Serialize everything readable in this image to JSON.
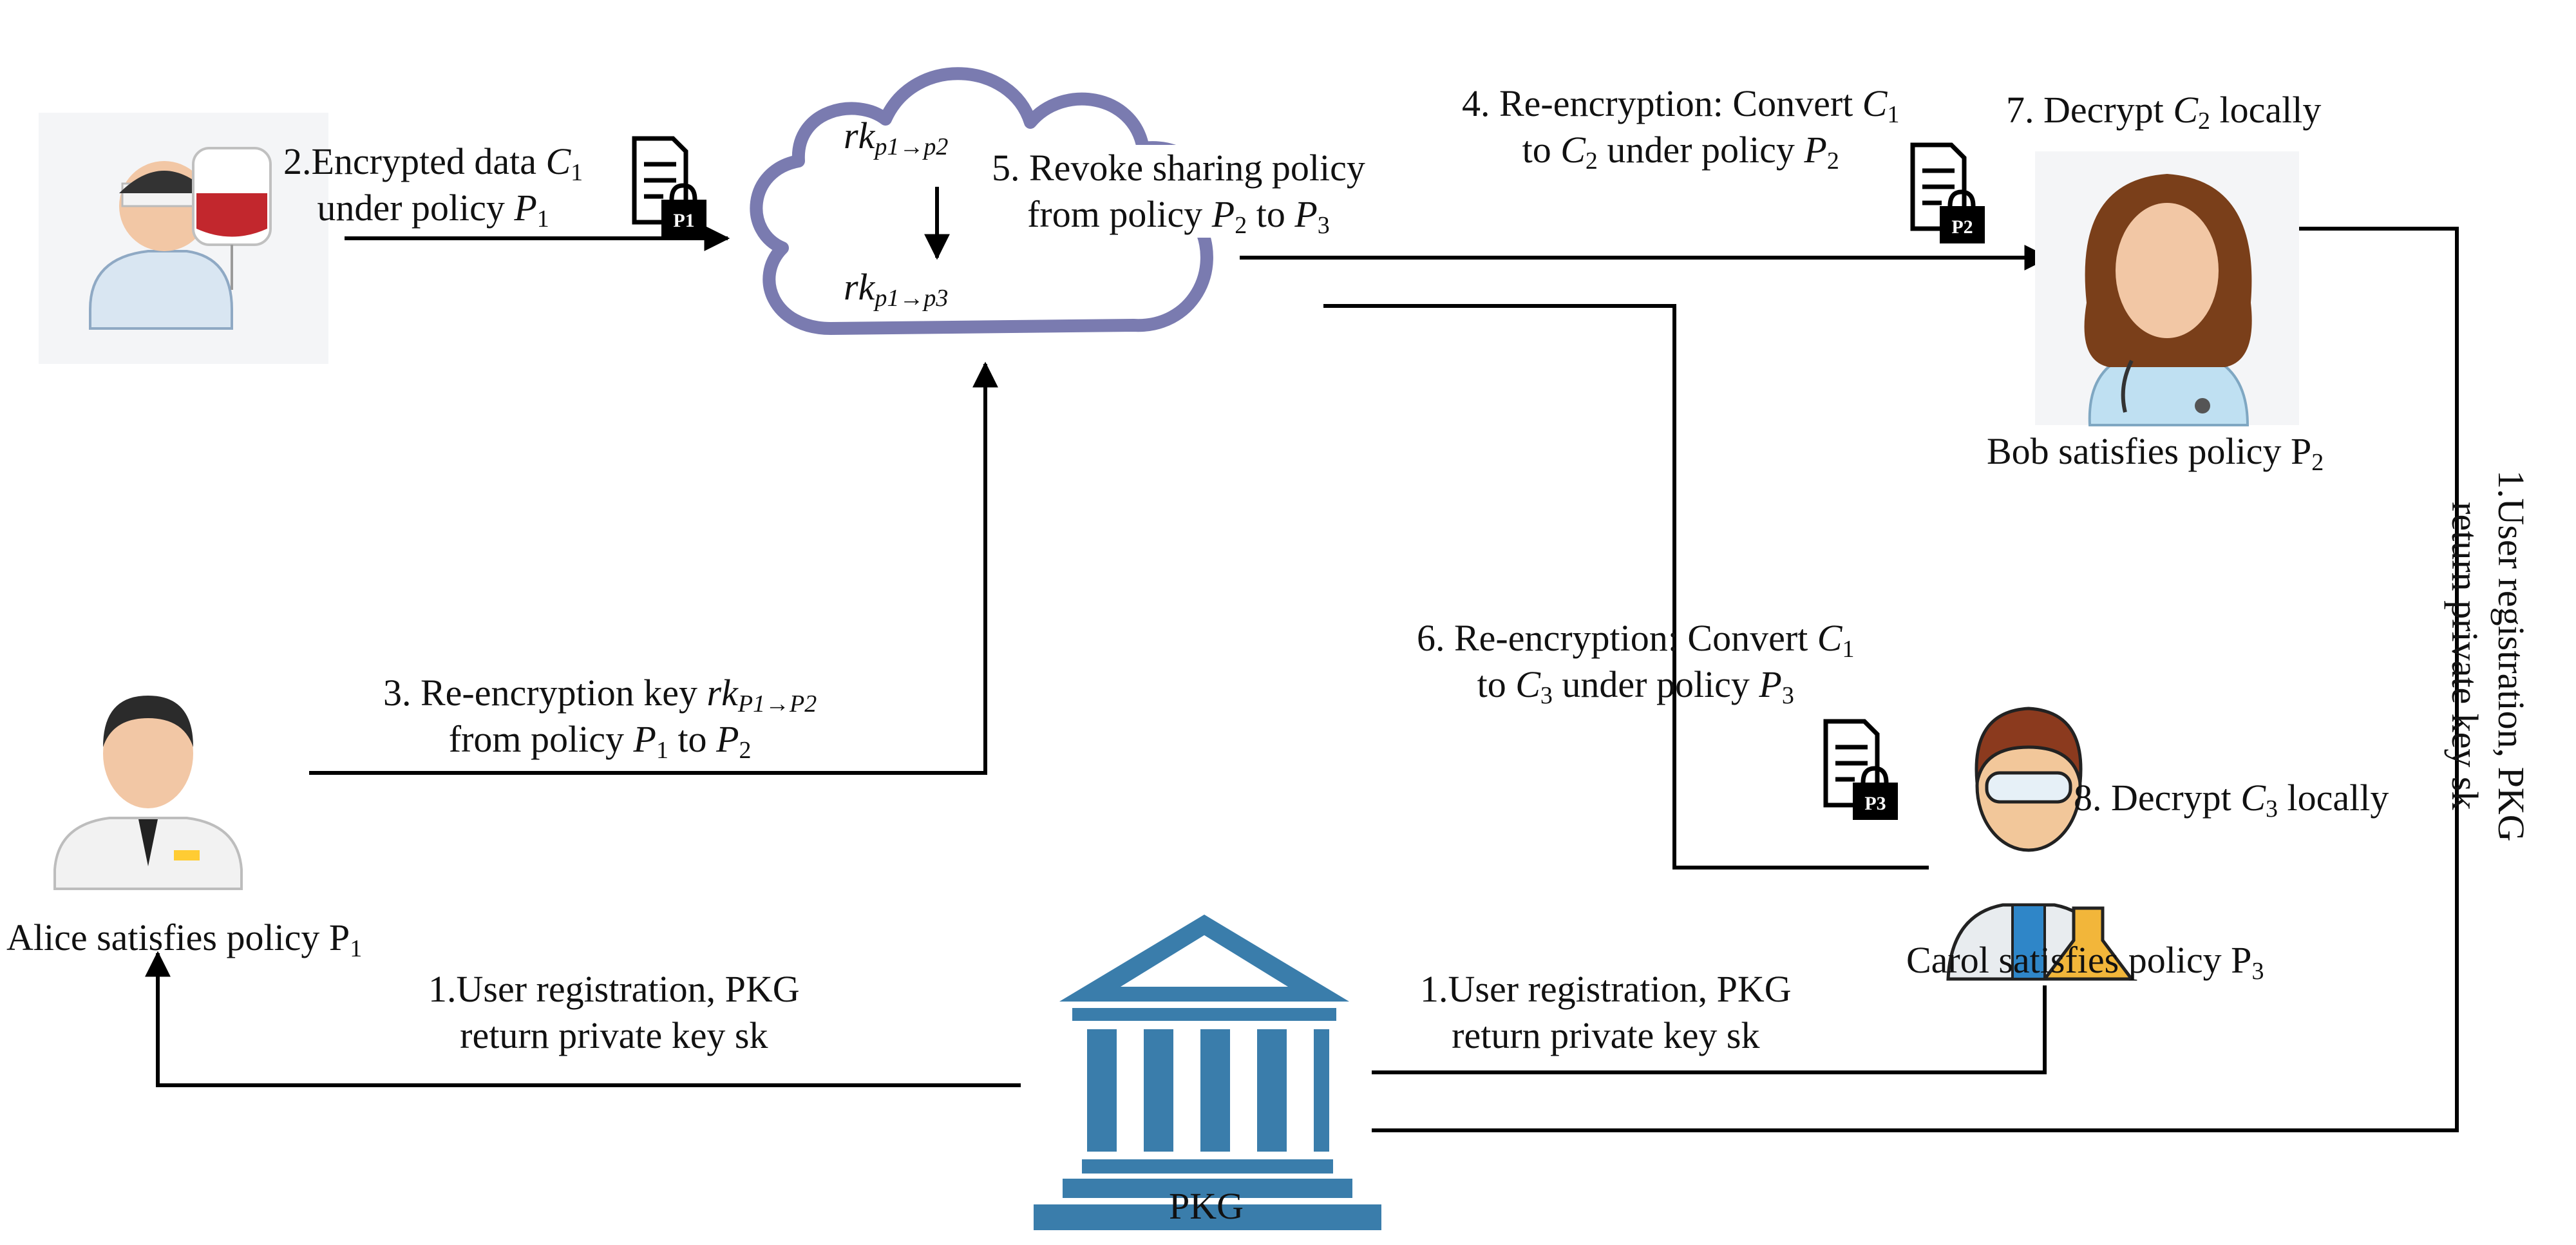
{
  "cloud": {
    "rk_top": "rk",
    "rk_top_sub": "p1→p2",
    "rk_bottom": "rk",
    "rk_bottom_sub": "p1→p3"
  },
  "steps": {
    "s1_left": {
      "line1": "1.User registration, PKG",
      "line2": "return private key sk"
    },
    "s1_right": {
      "line1": "1.User registration, PKG",
      "line2": "return private key sk"
    },
    "s1_vertical": {
      "line1": "1.User registration, PKG",
      "line2": "return private key sk"
    },
    "s2": {
      "prefix": "2.Encrypted data ",
      "var": "C",
      "sub": "1",
      "line2_prefix": "under policy ",
      "line2_var": "P",
      "line2_sub": "1"
    },
    "s3": {
      "prefix": "3. Re-encryption key ",
      "var": "rk",
      "sub": "P1→P2",
      "line2_prefix": "from policy ",
      "v1": "P",
      "v1_sub": "1",
      "mid": " to ",
      "v2": "P",
      "v2_sub": "2"
    },
    "s4": {
      "prefix": "4. Re-encryption: Convert ",
      "var": "C",
      "sub": "1",
      "l2_to": "to ",
      "l2_var": "C",
      "l2_sub": "2",
      "l2_mid": " under policy ",
      "l2_pvar": "P",
      "l2_psub": "2"
    },
    "s5": {
      "line1": "5. Revoke sharing policy",
      "l2_prefix": "from policy ",
      "v1": "P",
      "v1_sub": "2",
      "mid": " to ",
      "v2": "P",
      "v2_sub": "3"
    },
    "s6": {
      "prefix": "6. Re-encryption: Convert ",
      "var": "C",
      "sub": "1",
      "l2_to": "to ",
      "l2_var": "C",
      "l2_sub": "3",
      "l2_mid": " under policy ",
      "l2_pvar": "P",
      "l2_psub": "3"
    },
    "s7": {
      "prefix": "7. Decrypt ",
      "var": "C",
      "sub": "2",
      "suffix": " locally"
    },
    "s8": {
      "prefix": "8. Decrypt ",
      "var": "C",
      "sub": "3",
      "suffix": " locally"
    }
  },
  "actors": {
    "alice": {
      "label": "Alice satisfies policy P",
      "sub": "1"
    },
    "bob": {
      "label": "Bob satisfies policy P",
      "sub": "2"
    },
    "carol": {
      "label": "Carol satisfies policy P",
      "sub": "3"
    },
    "pkg": {
      "label": "PKG"
    }
  },
  "doc_icons": {
    "d1": "P1",
    "d2": "P2",
    "d3": "P3"
  },
  "colors": {
    "cloud_stroke": "#7a7bb0",
    "pkg_blue": "#3a7dab",
    "arrow": "#000000"
  }
}
